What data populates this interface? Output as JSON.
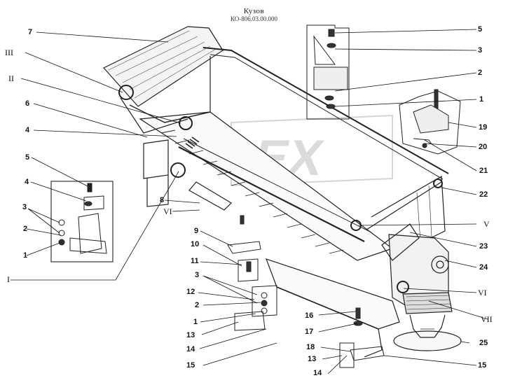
{
  "title": {
    "line1": "Кузов",
    "line2": "КО-806.03.00.000"
  },
  "watermark": "REX",
  "callouts": {
    "c7": "7",
    "cIII": "III",
    "cII": "II",
    "c6": "6",
    "c4a": "4",
    "c5a": "5",
    "c4b": "4",
    "c3a": "3",
    "c2a": "2",
    "c1a": "1",
    "cI": "I",
    "c8": "8",
    "cVIa": "VI",
    "c9": "9",
    "c10": "10",
    "c11": "11",
    "c3b": "3",
    "c12": "12",
    "c2b": "2",
    "c1b": "1",
    "c13a": "13",
    "c14a": "14",
    "c15a": "15",
    "c16": "16",
    "c17": "17",
    "c18": "18",
    "c13b": "13",
    "c14b": "14",
    "c5b": "5",
    "c3c": "3",
    "c2c": "2",
    "c1c": "1",
    "c19": "19",
    "c20": "20",
    "c21": "21",
    "c22": "22",
    "cV": "V",
    "c23": "23",
    "c24": "24",
    "cVIb": "VI",
    "cVII": "VII",
    "c25": "25",
    "c15b": "15"
  }
}
